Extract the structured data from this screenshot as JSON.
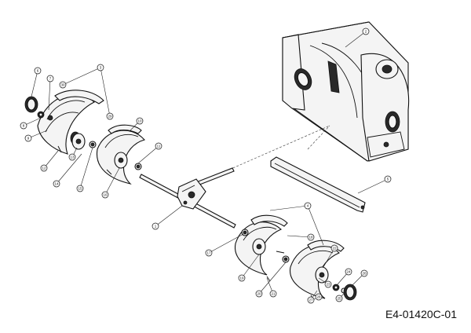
{
  "diagram": {
    "code": "E4-01420C-01",
    "callouts": {
      "c1": "1",
      "c2": "2",
      "c3": "3",
      "c4": "4",
      "c5": "5",
      "c6": "6",
      "c7": "7",
      "c8": "8",
      "c9": "9",
      "c10": "10",
      "c11": "11",
      "c12": "12",
      "c13": "13",
      "c14": "14",
      "c15": "15",
      "c16": "16",
      "c17": "17",
      "c18": "18",
      "c19": "19",
      "c20": "20",
      "c21": "21",
      "c22": "22",
      "c23": "23",
      "c24": "24",
      "c25": "25",
      "c26": "26",
      "c27": "27",
      "c28": "28",
      "c29": "29",
      "c30": "30"
    }
  }
}
